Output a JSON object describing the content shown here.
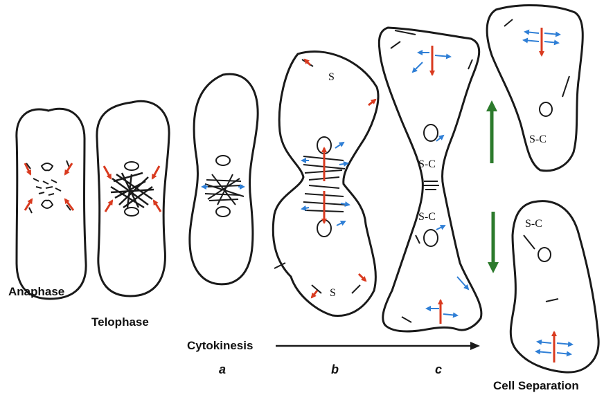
{
  "stage_labels": {
    "anaphase": "Anaphase",
    "telophase": "Telophase",
    "cytokinesis": "Cytokinesis",
    "cell_separation": "Cell Separation"
  },
  "panel_letters": {
    "a": "a",
    "b": "b",
    "c": "c"
  },
  "cell_labels": {
    "s": "S",
    "sc": "S-C"
  },
  "colors": {
    "outline": "#1a1a1a",
    "red_arrow": "#d93a1f",
    "blue_arrow": "#2f7fd6",
    "green_arrow": "#2c7a2c"
  }
}
